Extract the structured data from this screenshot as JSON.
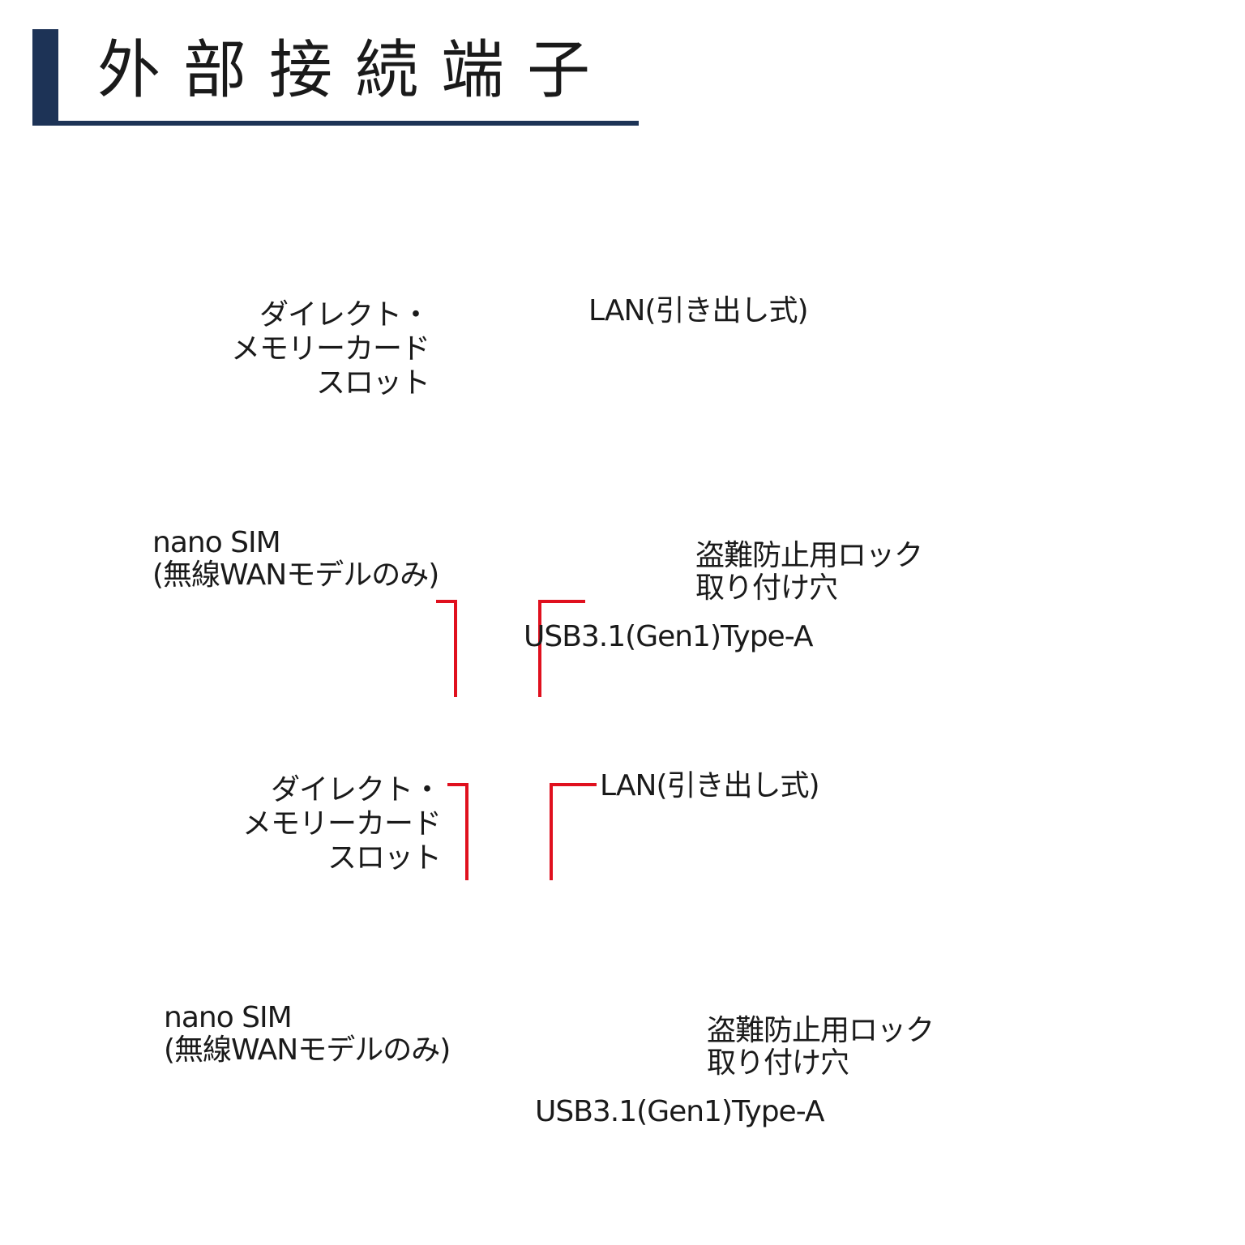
{
  "header": {
    "title": "外部接続端子",
    "accent_color": "#1d3356"
  },
  "colors": {
    "leader_line": "#e0101e",
    "laptop_body": "#4a4a4a",
    "laptop_edge": "#3a3a3a",
    "usb_port": "#2f7fd6"
  },
  "diagrams": [
    {
      "labels": {
        "card_slot": [
          "ダイレクト・",
          "メモリーカード",
          "スロット"
        ],
        "lan": "LAN(引き出し式)",
        "nano_sim": [
          "nano SIM",
          "(無線WANモデルのみ)"
        ],
        "lock": [
          "盗難防止用ロック",
          "取り付け穴"
        ],
        "usb": "USB3.1(Gen1)Type-A"
      }
    },
    {
      "labels": {
        "card_slot": [
          "ダイレクト・",
          "メモリーカード",
          "スロット"
        ],
        "lan": "LAN(引き出し式)",
        "nano_sim": [
          "nano SIM",
          "(無線WANモデルのみ)"
        ],
        "lock": [
          "盗難防止用ロック",
          "取り付け穴"
        ],
        "usb": "USB3.1(Gen1)Type-A"
      }
    }
  ]
}
